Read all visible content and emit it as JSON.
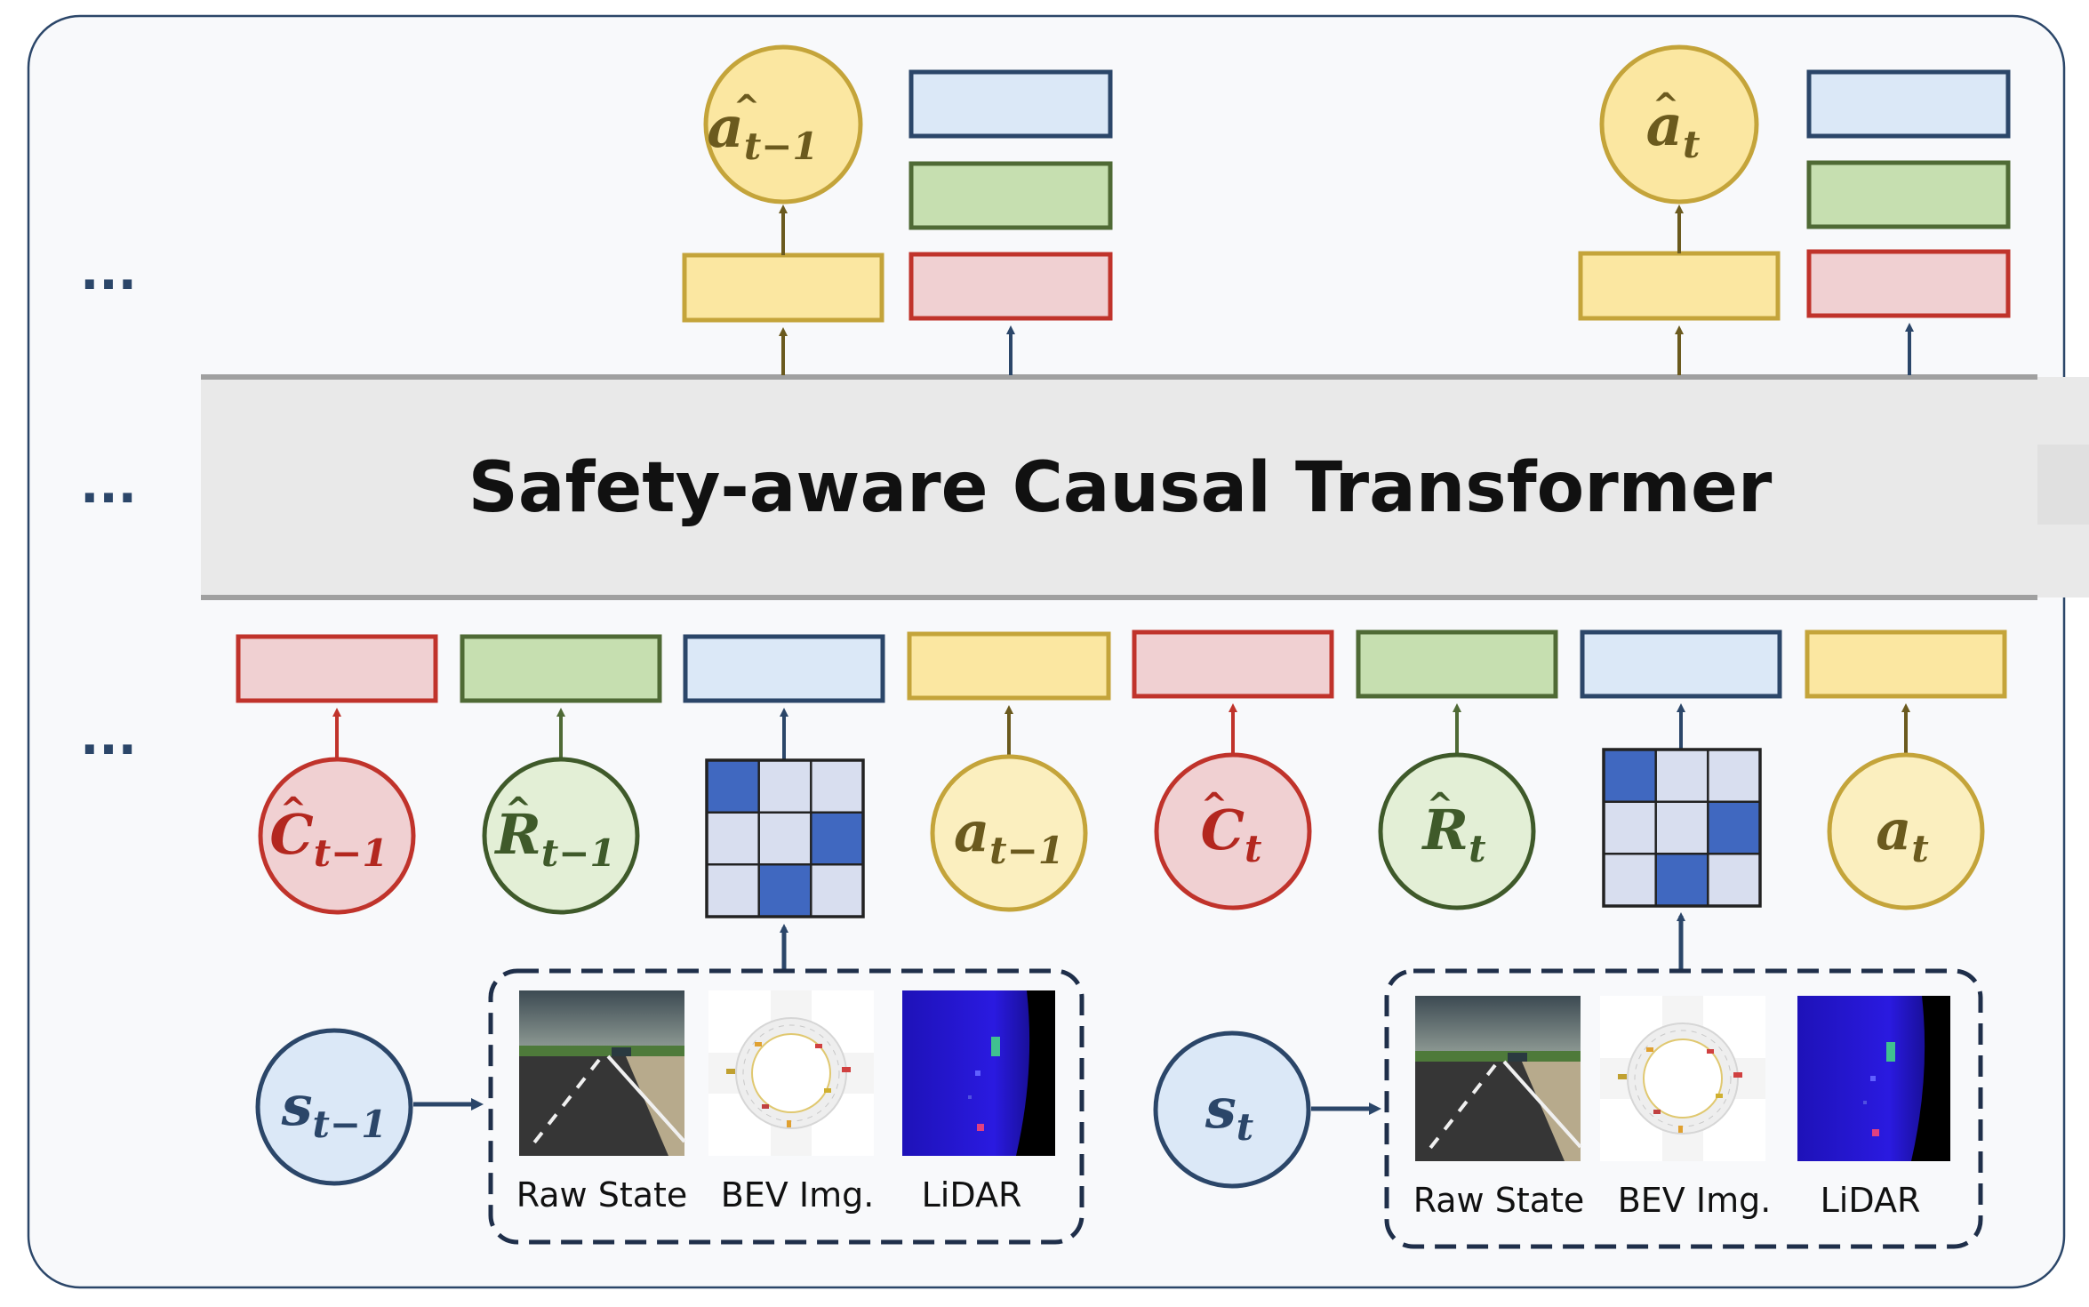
{
  "title": "Safety-aware Causal Transformer",
  "ellipsis": "...",
  "colors": {
    "red_stroke": "#c0332b",
    "red_fill": "#f0d0d2",
    "green_stroke": "#4f6a35",
    "green_fill": "#c6dfb0",
    "blue_stroke": "#2b4669",
    "blue_fill": "#dbe8f7",
    "yellow_stroke": "#c4a43a",
    "yellow_fill": "#fbe7a1",
    "transformer_fill": "#e9e9e9",
    "transformer_border": "#a0a0a0",
    "frame_stroke": "#2b4669",
    "frame_fill": "#f8f9fb",
    "grid_dark": "#4068c0",
    "grid_light": "#d8deef"
  },
  "inputs": {
    "c_prev": {
      "base": "C",
      "sub": "t−1"
    },
    "r_prev": {
      "base": "R",
      "sub": "t−1"
    },
    "a_prev": {
      "base": "a",
      "sub": "t−1"
    },
    "c_t": {
      "base": "C",
      "sub": "t"
    },
    "r_t": {
      "base": "R",
      "sub": "t"
    },
    "a_t": {
      "base": "a",
      "sub": "t"
    }
  },
  "outputs": {
    "a_hat_prev": {
      "base": "a",
      "sub": "t−1"
    },
    "a_hat_t": {
      "base": "a",
      "sub": "t"
    }
  },
  "states": {
    "s_prev": {
      "base": "s",
      "sub": "t−1"
    },
    "s_t": {
      "base": "s",
      "sub": "t"
    }
  },
  "state_labels": {
    "raw": "Raw State",
    "bev": "BEV Img.",
    "lidar": "LiDAR"
  }
}
